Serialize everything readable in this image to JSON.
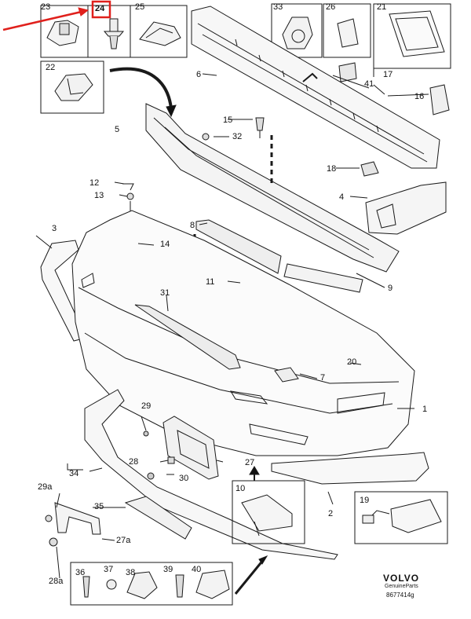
{
  "callouts": {
    "c23": "23",
    "c24": "24",
    "c25": "25",
    "c33": "33",
    "c26": "26",
    "c21": "21",
    "c17": "17",
    "c22": "22",
    "c6": "6",
    "c41": "41",
    "c16": "16",
    "c15": "15",
    "c5": "5",
    "c32": "32",
    "c18": "18",
    "c12": "12",
    "c13": "13",
    "c4": "4",
    "c8": "8",
    "c3": "3",
    "c14": "14",
    "c9": "9",
    "c11": "11",
    "c31": "31",
    "c20": "20",
    "c7": "7",
    "c1": "1",
    "c29": "29",
    "c28": "28",
    "c27": "27",
    "c30": "30",
    "c34": "34",
    "c10": "10",
    "c2": "2",
    "c29a": "29a",
    "c35": "35",
    "c19": "19",
    "c27a": "27a",
    "c28a": "28a",
    "c36": "36",
    "c37": "37",
    "c38": "38",
    "c39": "39",
    "c40": "40"
  },
  "brand": {
    "name": "VOLVO",
    "tagline": "GenuineParts",
    "code": "8677414g"
  },
  "highlight": {
    "color": "#e0201c",
    "callout": "24"
  }
}
